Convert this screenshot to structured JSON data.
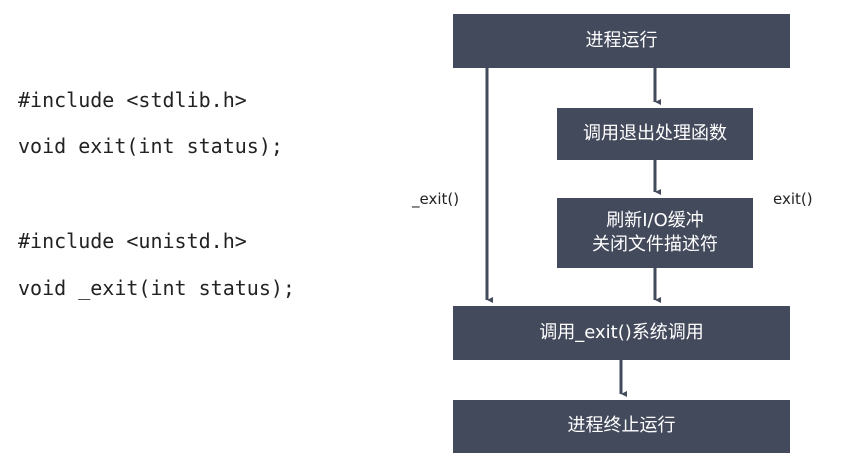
{
  "code": [
    "#include <stdlib.h>",
    "void exit(int status);",
    "#include <unistd.h>",
    "void _exit(int status);"
  ],
  "boxes": {
    "run": "进程运行",
    "handlers": "调用退出处理函数",
    "flush1": "刷新I/O缓冲",
    "flush2": "关闭文件描述符",
    "syscall": "调用_exit()系统调用",
    "end": "进程终止运行"
  },
  "labels": {
    "left": "_exit()",
    "right": "exit()"
  },
  "colors": {
    "box": "#434a5c"
  }
}
